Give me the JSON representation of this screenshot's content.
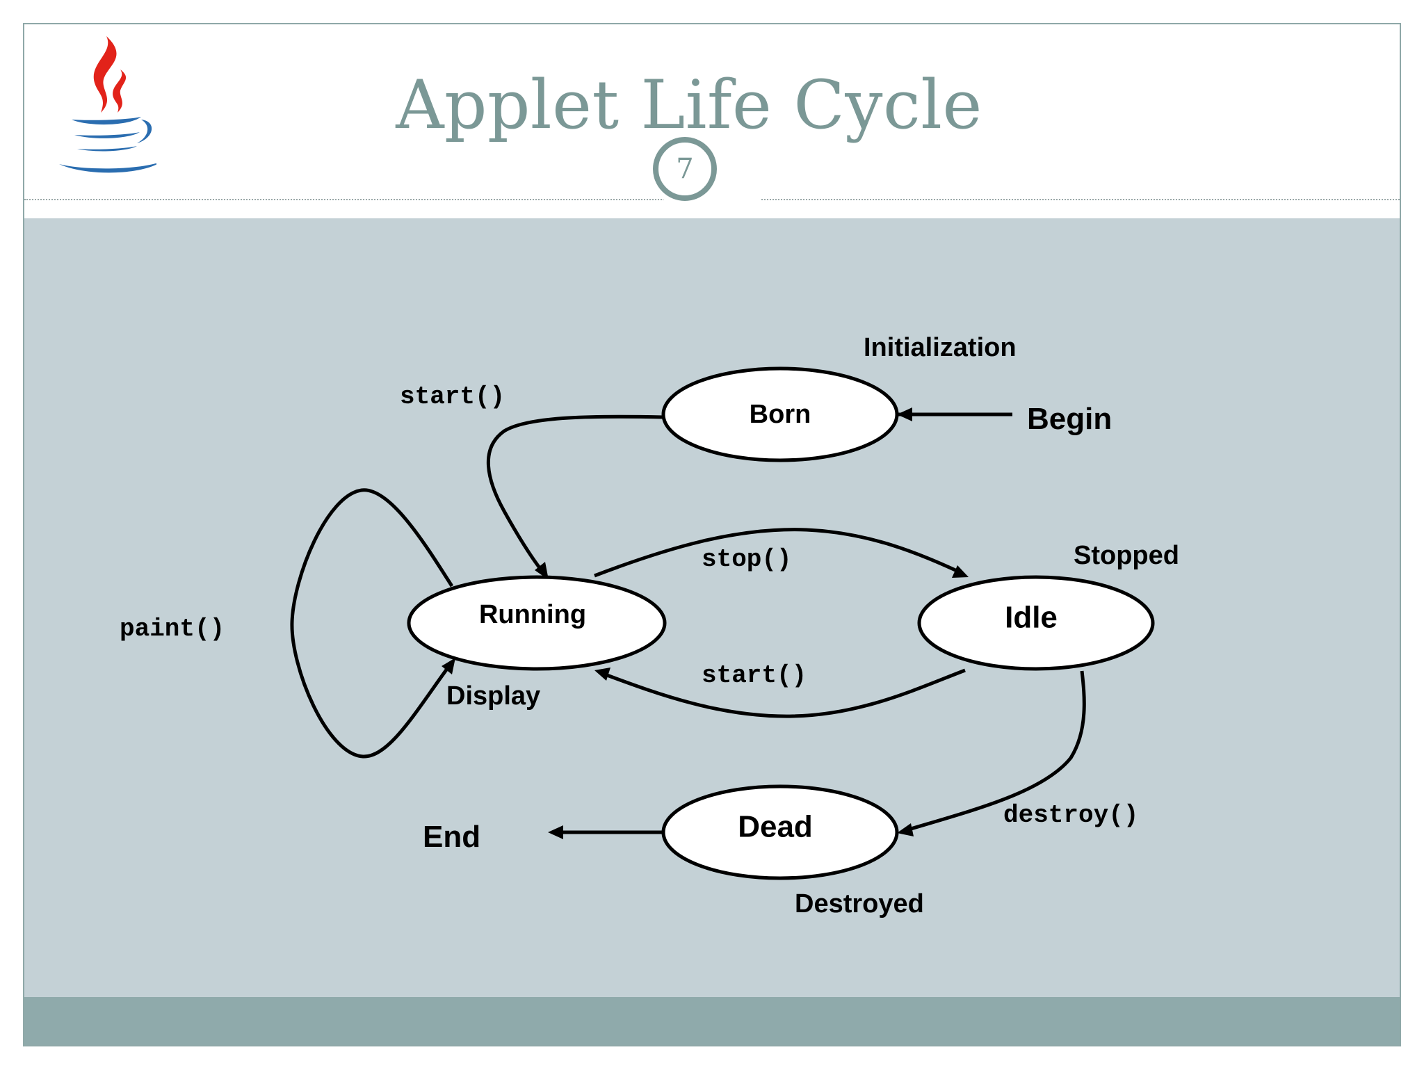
{
  "slide": {
    "title": "Applet Life Cycle",
    "page_number": "7"
  },
  "diagram": {
    "states": {
      "born": "Born",
      "running": "Running",
      "idle": "Idle",
      "dead": "Dead"
    },
    "methods": {
      "start_from_born": "start()",
      "stop": "stop()",
      "start_from_idle": "start()",
      "paint": "paint()",
      "destroy": "destroy()"
    },
    "notes": {
      "initialization": "Initialization",
      "begin": "Begin",
      "stopped": "Stopped",
      "display": "Display",
      "end": "End",
      "destroyed": "Destroyed"
    }
  },
  "colors": {
    "title": "#7b9896",
    "content_band": "#c4d1d6",
    "footer_band": "#8faaab",
    "java_red": "#e2231a",
    "java_blue": "#2a6db0"
  }
}
